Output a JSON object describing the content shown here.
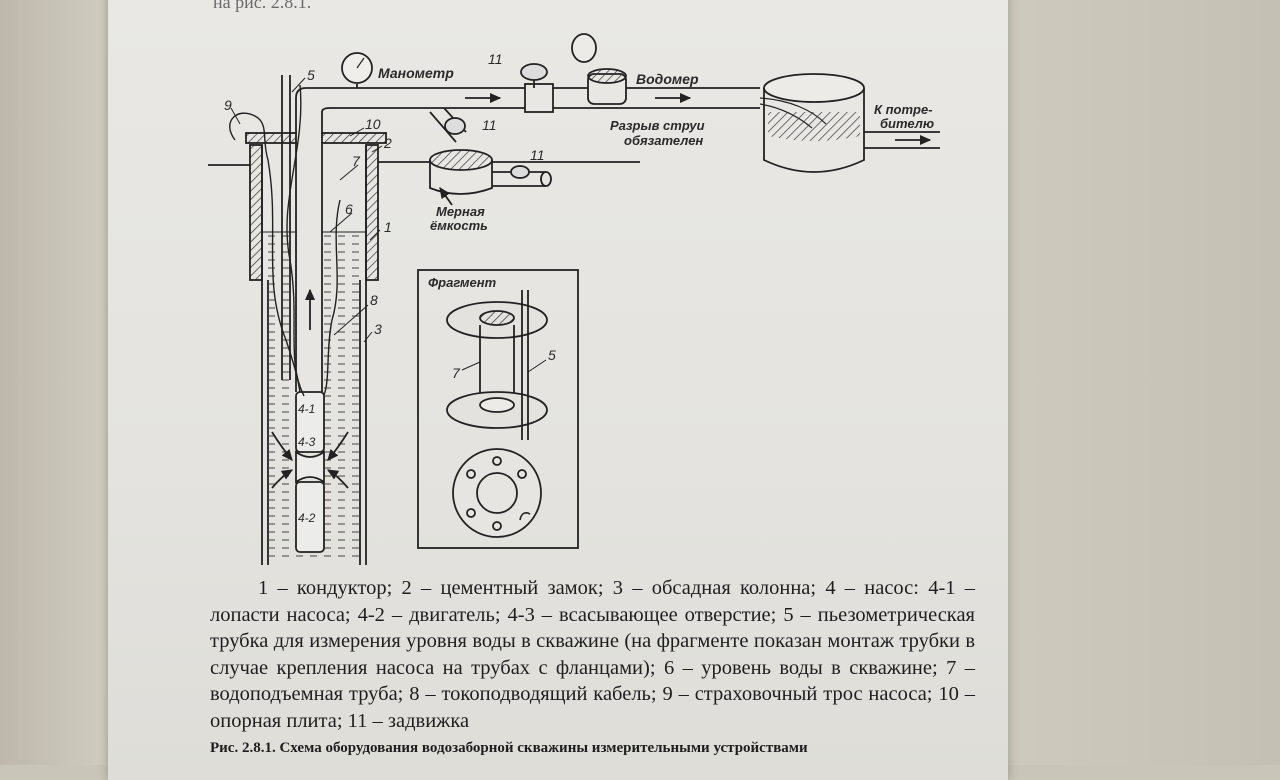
{
  "document": {
    "top_text": "на рис. 2.8.1.",
    "legend": "1 – кондуктор; 2 – цементный замок; 3 – обсадная колонна; 4 – насос: 4-1 – лопасти насоса; 4-2 – двигатель; 4-3 – всасывающее отверстие; 5 – пьезометрическая трубка для измерения уровня воды в скважине (на фрагменте показан монтаж трубки в случае крепления насоса на трубах с фланцами); 6 – уровень воды в скважине; 7 – водоподъемная труба; 8 – токоподводящий кабель; 9 – страховочный трос насоса; 10 – опорная плита; 11 – задвижка",
    "caption": "Рис. 2.8.1. Схема оборудования водозаборной скважины измерительными устройствами"
  },
  "diagram": {
    "labels": {
      "manometer": "Манометр",
      "water_meter": "Водомер",
      "to_consumer_1": "К потре-",
      "to_consumer_2": "бителю",
      "jet_break_1": "Разрыв струи",
      "jet_break_2": "обязателен",
      "measuring_tank_1": "Мерная",
      "measuring_tank_2": "ёмкость",
      "fragment": "Фрагмент"
    },
    "numbers": {
      "n1": "1",
      "n2": "2",
      "n3": "3",
      "n5": "5",
      "n6": "6",
      "n7": "7",
      "n8": "8",
      "n9": "9",
      "n10": "10",
      "n11a": "11",
      "n11b": "11",
      "n11c": "11",
      "n4_1": "4-1",
      "n4_3": "4-3",
      "n4_2": "4-2",
      "frag_n5": "5",
      "frag_n7": "7"
    }
  }
}
